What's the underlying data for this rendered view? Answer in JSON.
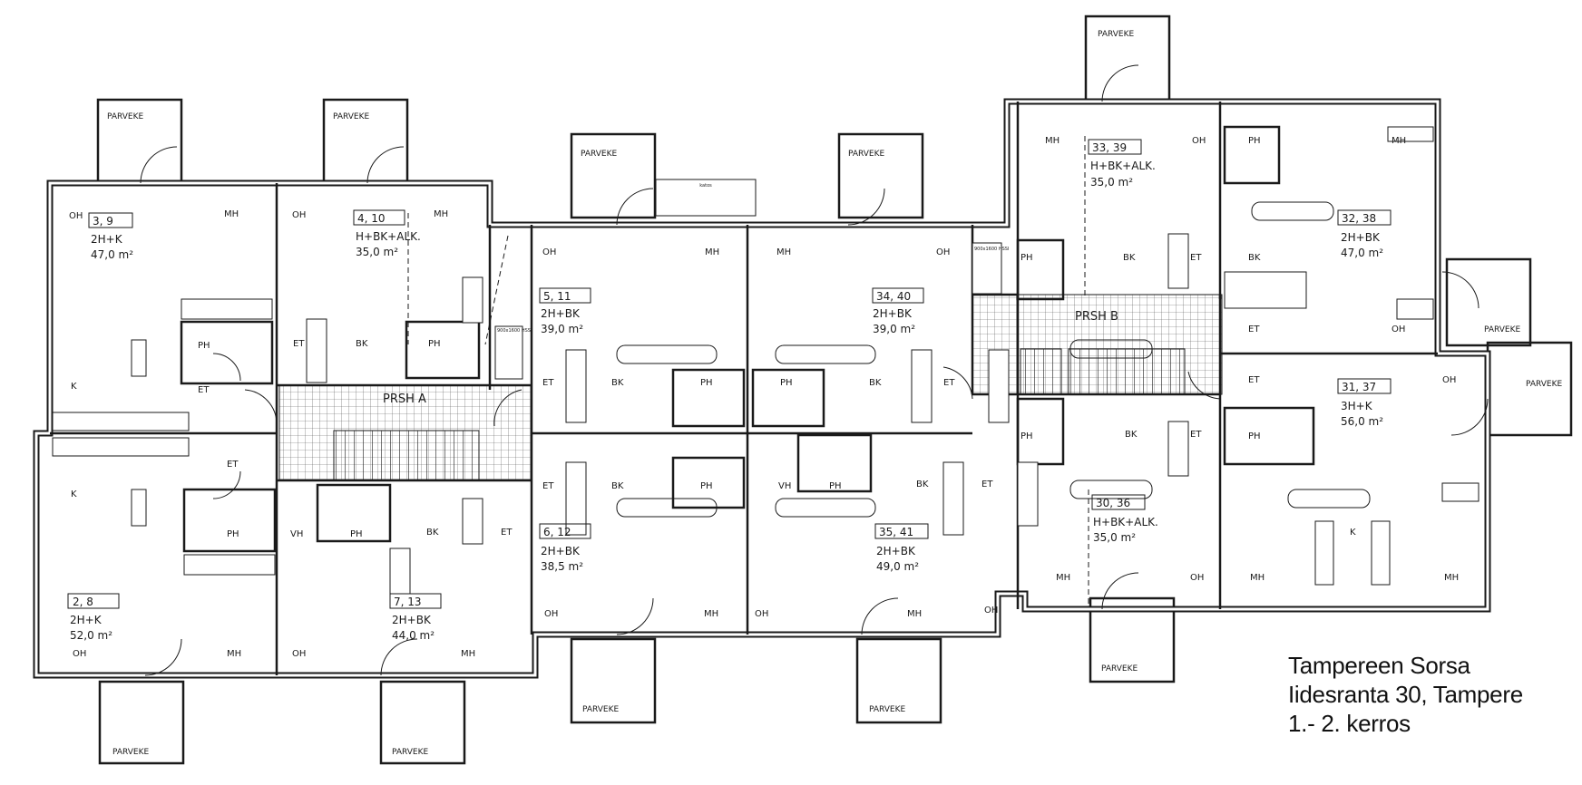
{
  "caption": {
    "line1": "Tampereen Sorsa",
    "line2": "Iidesranta 30, Tampere",
    "line3": "1.- 2. kerros"
  },
  "stairwells": {
    "a": "PRSH A",
    "b": "PRSH B"
  },
  "balcony_label": "PARVEKE",
  "small_labels": {
    "window_box": "katos",
    "sauna_a": "900x1600 HSSI",
    "sauna_b": "900x1600 HSSI"
  },
  "apartments": {
    "a3_9": {
      "id": "3, 9",
      "type": "2H+K",
      "area": "47,0  m²"
    },
    "a4_10": {
      "id": "4, 10",
      "type": "H+BK+ALK.",
      "area": "35,0  m²"
    },
    "a2_8": {
      "id": "2, 8",
      "type": "2H+K",
      "area": "52,0  m²"
    },
    "a7_13": {
      "id": "7, 13",
      "type": "2H+BK",
      "area": "44,0  m²"
    },
    "a5_11": {
      "id": "5, 11",
      "type": "2H+BK",
      "area": "39,0  m²"
    },
    "a6_12": {
      "id": "6, 12",
      "type": "2H+BK",
      "area": "38,5  m²"
    },
    "a34_40": {
      "id": "34, 40",
      "type": "2H+BK",
      "area": "39,0  m²"
    },
    "a35_41": {
      "id": "35, 41",
      "type": "2H+BK",
      "area": "49,0  m²"
    },
    "a33_39": {
      "id": "33, 39",
      "type": "H+BK+ALK.",
      "area": "35,0  m²"
    },
    "a30_36": {
      "id": "30, 36",
      "type": "H+BK+ALK.",
      "area": "35,0  m²"
    },
    "a32_38": {
      "id": "32, 38",
      "type": "2H+BK",
      "area": "47,0  m²"
    },
    "a31_37": {
      "id": "31, 37",
      "type": "3H+K",
      "area": "56,0  m²"
    }
  },
  "rooms": {
    "oh": "OH",
    "mh": "MH",
    "k": "K",
    "et": "ET",
    "ph": "PH",
    "bk": "BK",
    "vh": "VH"
  }
}
